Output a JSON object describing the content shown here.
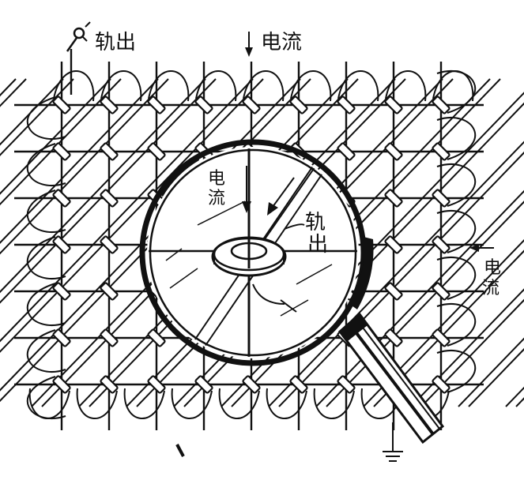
{
  "labels": {
    "top_left_output": "轨出",
    "top_current": "电流",
    "lens_current_line1": "电",
    "lens_current_line2": "流",
    "lens_output_line1": "轨",
    "lens_output_line2": "出",
    "right_current_line1": "电",
    "right_current_line2": "流"
  },
  "grid": {
    "rows": 7,
    "cols": 9
  },
  "colors": {
    "ink": "#111111",
    "paper": "#ffffff"
  }
}
